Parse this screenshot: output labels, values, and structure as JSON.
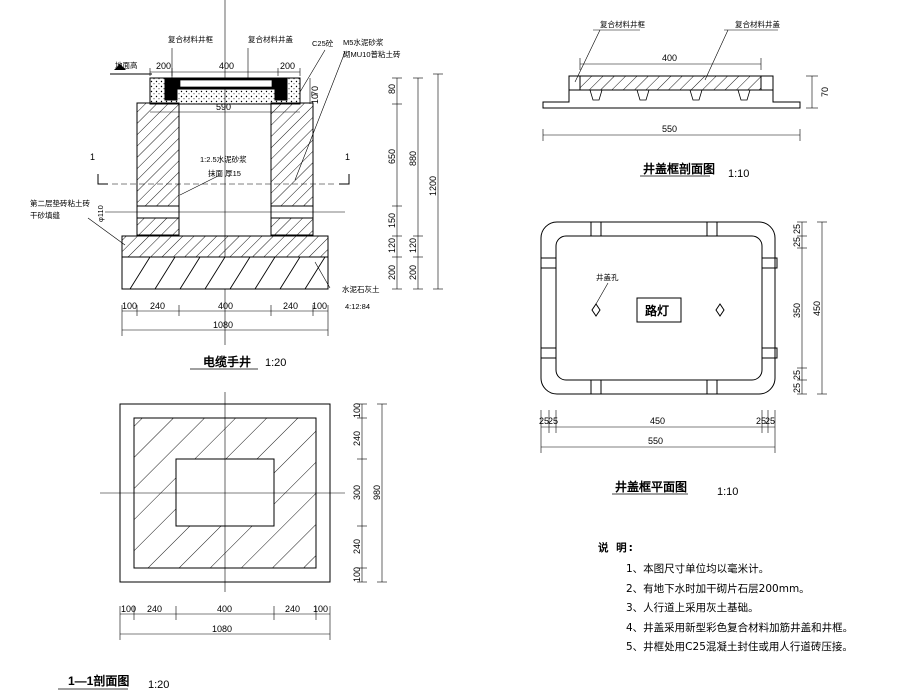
{
  "cable_well": {
    "title": "电缆手井",
    "scale": "1:20",
    "labels": {
      "composite_frame": "复合材料井框",
      "composite_cover": "复合材料井盖",
      "c25_concrete": "C25砼",
      "mortar_masonry_1": "M5水泥砂浆",
      "mortar_masonry_2": "砌MU10普粘土砖",
      "ground_level": "地面高",
      "plaster_1": "1:2.5水泥砂浆",
      "plaster_2": "抹面 厚15",
      "brick_joint_1": "第二层垫砖粘土砖",
      "brick_joint_2": "干砂填缝",
      "lime_soil_1": "水泥石灰土",
      "lime_soil_2": "4:12:84",
      "pipe": "φ110",
      "section_mark_left": "1",
      "section_mark_right": "1"
    },
    "dims_top": [
      "200",
      "400",
      "200"
    ],
    "dim_590": "590",
    "dims_right_a": [
      "80",
      "650",
      "150",
      "120",
      "200"
    ],
    "dims_right_b": [
      "880",
      "120",
      "200"
    ],
    "dim_total_height": "1200",
    "dims_right_small": [
      "70",
      "10"
    ],
    "dims_bottom": [
      "100",
      "240",
      "400",
      "240",
      "100"
    ],
    "dim_bottom_total": "1080"
  },
  "section_1_1": {
    "title": "1—1剖面图",
    "scale": "1:20",
    "dims_right": [
      "100",
      "240",
      "300",
      "240",
      "100"
    ],
    "dim_right_total": "980",
    "dims_bottom": [
      "100",
      "240",
      "400",
      "240",
      "100"
    ],
    "dim_bottom_total": "1080"
  },
  "cover_section": {
    "title": "井盖框剖面图",
    "scale": "1:10",
    "label_frame": "复合材料井框",
    "label_cover": "复合材料井盖",
    "dim_top": "400",
    "dim_height": "70",
    "dim_bottom": "550"
  },
  "cover_plan": {
    "title": "井盖框平面图",
    "scale": "1:10",
    "label_hole": "井盖孔",
    "center_text": "路灯",
    "dims_right": [
      "25",
      "25",
      "350",
      "25",
      "25"
    ],
    "dim_right_total": "450",
    "dims_bottom": [
      "25",
      "25",
      "450",
      "25",
      "25"
    ],
    "dim_bottom_total": "550"
  },
  "notes": {
    "title": "说 明:",
    "items": [
      "1、本图尺寸单位均以毫米计。",
      "2、有地下水时加干砌片石层200mm。",
      "3、人行道上采用灰土基础。",
      "4、井盖采用新型彩色复合材料加筋井盖和井框。",
      "5、井框处用C25混凝土封住或用人行道砖压接。"
    ]
  }
}
